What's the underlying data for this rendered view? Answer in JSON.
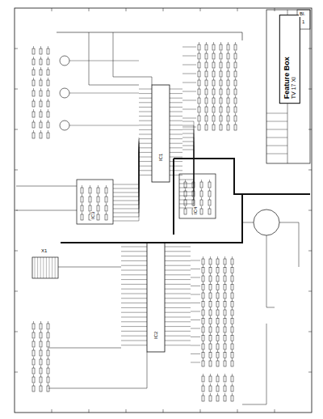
{
  "diagram": {
    "nodes": [
      {
        "text": [
          "Feature Box",
          "TV 17 XI"
        ]
      }
    ],
    "labels": [
      "Bl.",
      "1",
      "IC1",
      "IC2",
      "IC3",
      "IC4",
      "X1"
    ]
  }
}
